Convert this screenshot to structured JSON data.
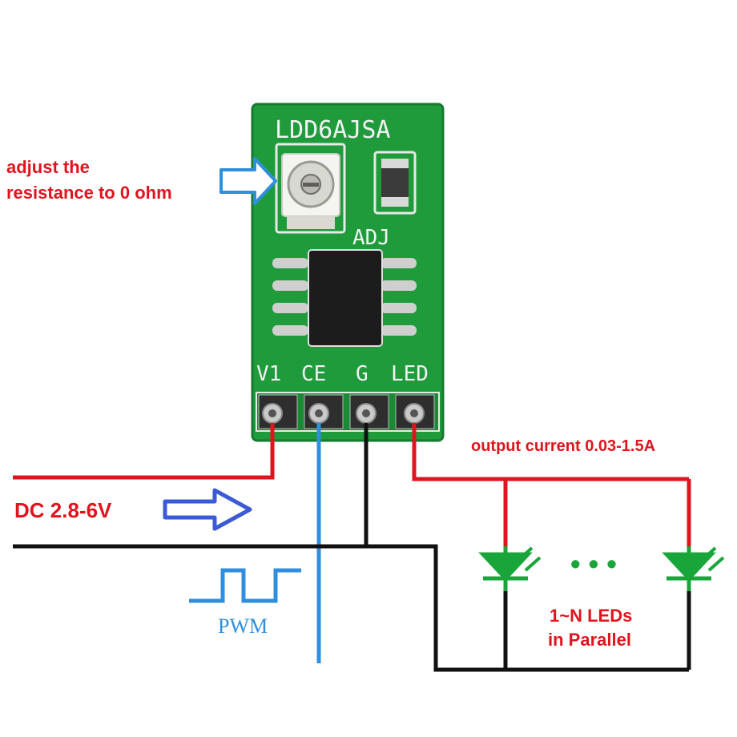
{
  "board": {
    "model": "LDD6AJSA",
    "adj_label": "ADJ",
    "pins": [
      "V1",
      "CE",
      "G",
      "LED"
    ]
  },
  "annotations": {
    "adjust_line1": "adjust the",
    "adjust_line2": "resistance to 0 ohm",
    "output_current": "output current 0.03-1.5A",
    "dc_input": "DC 2.8-6V",
    "pwm": "PWM",
    "leds_line1": "1~N LEDs",
    "leds_line2": "in Parallel",
    "ellipsis": "• • •"
  },
  "colors": {
    "pcb": "#1f9b3c",
    "wire_positive": "#e0141e",
    "wire_ground": "#111111",
    "wire_pwm": "#2f8fdc",
    "led": "#1aa53a",
    "arrow": "#3b5bd6"
  }
}
